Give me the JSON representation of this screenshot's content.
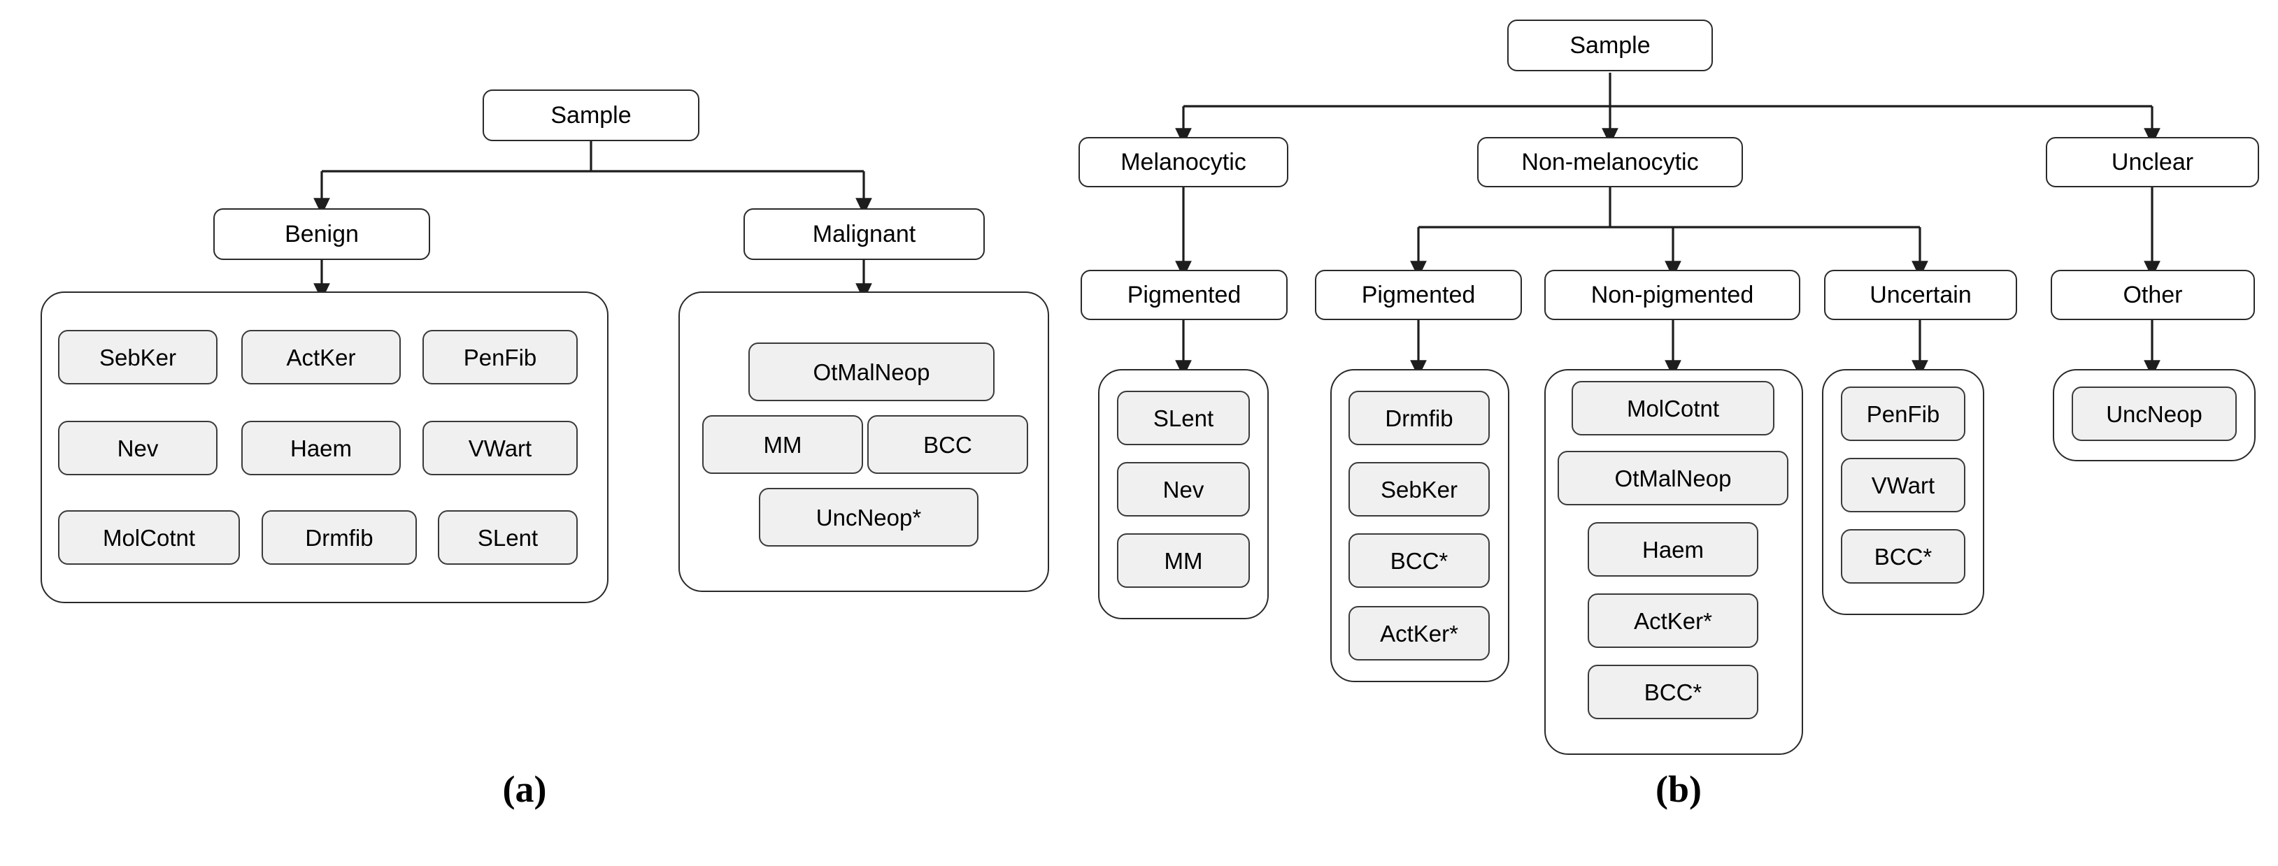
{
  "figure": {
    "panels": [
      {
        "id": "a",
        "caption": "(a)"
      },
      {
        "id": "b",
        "caption": "(b)"
      }
    ]
  },
  "panel_a": {
    "caption": "(a)",
    "root": {
      "label": "Sample"
    },
    "branches": [
      {
        "label": "Benign",
        "leaves": [
          "SebKer",
          "ActKer",
          "PenFib",
          "Nev",
          "Haem",
          "VWart",
          "MolCotnt",
          "Drmfib",
          "SLent"
        ]
      },
      {
        "label": "Malignant",
        "leaves": [
          "OtMalNeop",
          "MM",
          "BCC",
          "UncNeop*"
        ]
      }
    ]
  },
  "panel_b": {
    "caption": "(b)",
    "root": {
      "label": "Sample"
    },
    "level1": [
      "Melanocytic",
      "Non-melanocytic",
      "Unclear"
    ],
    "columns": [
      {
        "parent": "Melanocytic",
        "label": "Pigmented",
        "leaves": [
          "SLent",
          "Nev",
          "MM"
        ]
      },
      {
        "parent": "Non-melanocytic",
        "label": "Pigmented",
        "leaves": [
          "Drmfib",
          "SebKer",
          "BCC*",
          "ActKer*"
        ]
      },
      {
        "parent": "Non-melanocytic",
        "label": "Non-pigmented",
        "leaves": [
          "MolCotnt",
          "OtMalNeop",
          "Haem",
          "ActKer*",
          "BCC*"
        ]
      },
      {
        "parent": "Non-melanocytic",
        "label": "Uncertain",
        "leaves": [
          "PenFib",
          "VWart",
          "BCC*"
        ]
      },
      {
        "parent": "Unclear",
        "label": "Other",
        "leaves": [
          "UncNeop"
        ]
      }
    ]
  },
  "colors": {
    "background": "#ffffff",
    "node_fill": "#ffffff",
    "leaf_fill": "#f0f0f0",
    "stroke": "#2a2a2a",
    "text": "#000000"
  }
}
